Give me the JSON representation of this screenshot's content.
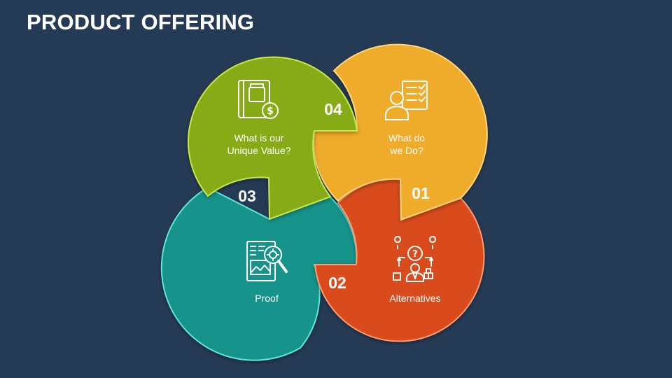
{
  "title": "PRODUCT OFFERING",
  "colors": {
    "background": "#253a54",
    "segment_01": "#efab2a",
    "segment_02": "#d94c1a",
    "segment_03": "#13938b",
    "segment_04": "#87ab12"
  },
  "segments": [
    {
      "number": "01",
      "label_lines": [
        "What do",
        "we Do?"
      ],
      "icon": "person-checklist-icon"
    },
    {
      "number": "02",
      "label_lines": [
        "Alternatives"
      ],
      "icon": "decision-options-icon"
    },
    {
      "number": "03",
      "label_lines": [
        "Proof"
      ],
      "icon": "document-search-icon"
    },
    {
      "number": "04",
      "label_lines": [
        "What is our",
        "Unique Value?"
      ],
      "icon": "product-price-icon"
    }
  ]
}
